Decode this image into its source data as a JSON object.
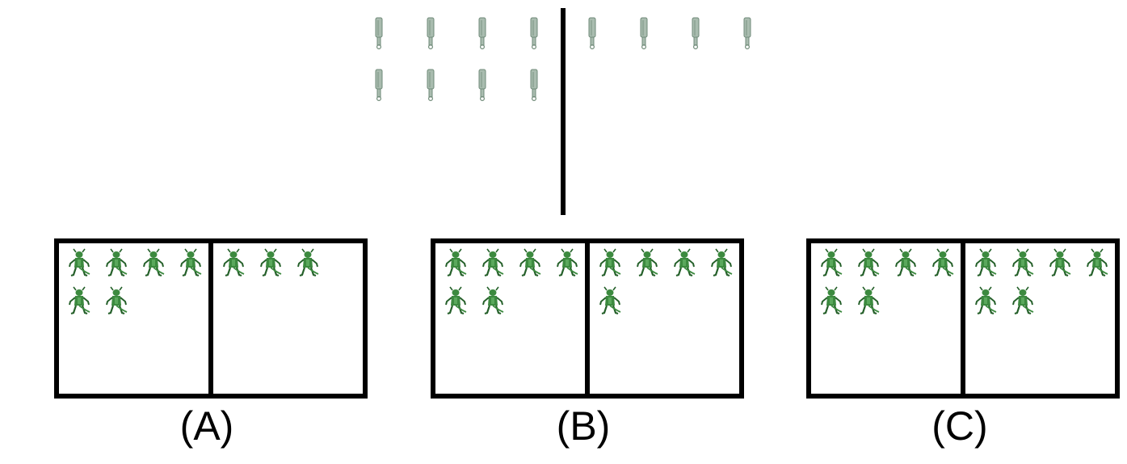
{
  "top_group": {
    "icon": "comb-icon",
    "left_count": 8,
    "right_count": 4
  },
  "options": [
    {
      "label": "(A)",
      "icon": "lizard-figure-icon",
      "left_count": 6,
      "right_count": 3
    },
    {
      "label": "(B)",
      "icon": "lizard-figure-icon",
      "left_count": 6,
      "right_count": 5
    },
    {
      "label": "(C)",
      "icon": "lizard-figure-icon",
      "left_count": 6,
      "right_count": 6
    }
  ],
  "colors": {
    "comb": "#a9bcaf",
    "comb_outline": "#6f8a78",
    "figure": "#3c8a3f",
    "figure_dark": "#25602a",
    "line": "#000000"
  }
}
